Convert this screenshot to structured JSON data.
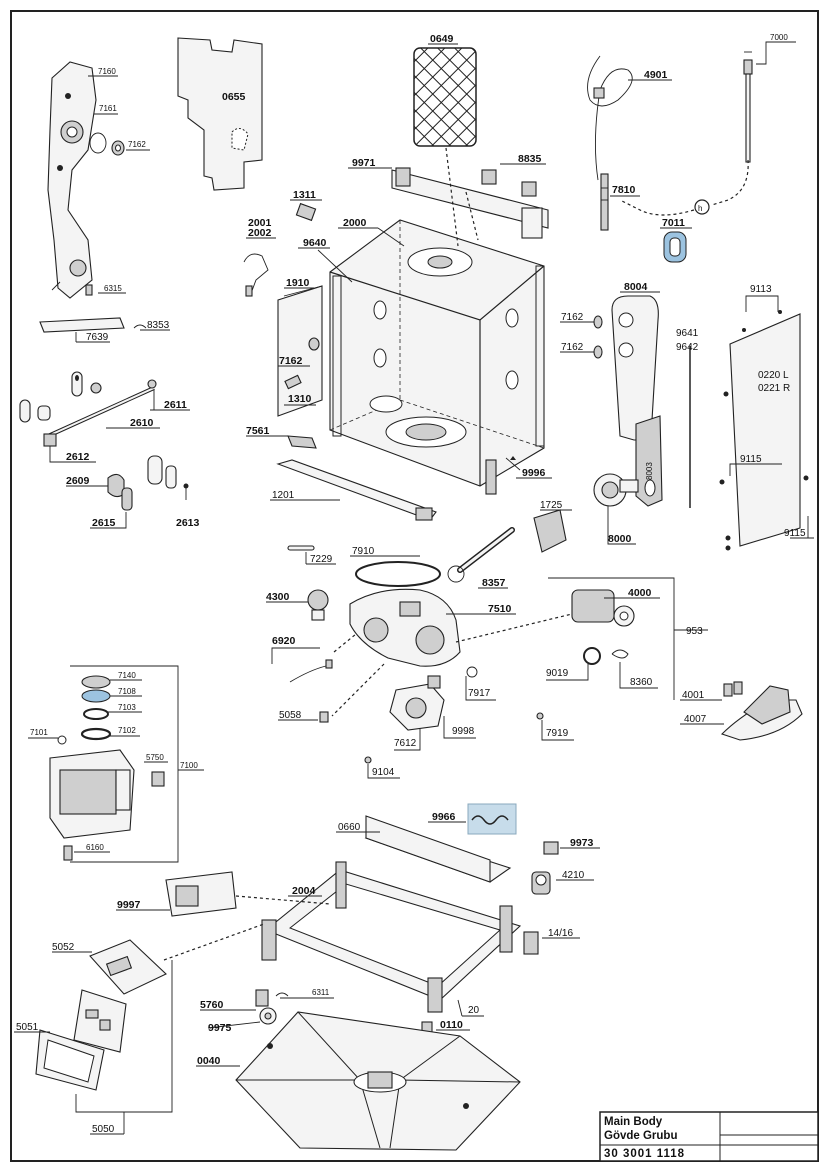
{
  "title_block": {
    "title_en": "Main Body",
    "title_tr": "Gövde Grubu",
    "doc_number": "30 3001 1118"
  },
  "labels": {
    "l0649": "0649",
    "l0655": "0655",
    "l4901": "4901",
    "l7000": "7000",
    "l7160": "7160",
    "l7161": "7161",
    "l7162a": "7162",
    "l6315": "6315",
    "l9971": "9971",
    "l8835": "8835",
    "l7810": "7810",
    "l1311": "1311",
    "l2001": "2001",
    "l2002": "2002",
    "l2000": "2000",
    "l9640": "9640",
    "l7011": "7011",
    "l1910": "1910",
    "l8004": "8004",
    "l9113": "9113",
    "l7639": "7639",
    "l8353": "8353",
    "l7162b": "7162",
    "l7162c": "7162",
    "l7162d": "7162",
    "l9641": "9641",
    "l9642": "9642",
    "l0220": "0220 L",
    "l0221": "0221 R",
    "l2611": "2611",
    "l1310": "1310",
    "l2610": "2610",
    "l7561": "7561",
    "l2612": "2612",
    "l9996": "9996",
    "l8003": "8003",
    "l9115a": "9115",
    "l2609": "2609",
    "l2613": "2613",
    "l2615": "2615",
    "l1201": "1201",
    "l1725": "1725",
    "l8000": "8000",
    "l9115b": "9115",
    "l7229": "7229",
    "l7910": "7910",
    "l8357": "8357",
    "l4300": "4300",
    "l7510": "7510",
    "l4000": "4000",
    "l953": "953",
    "l6920": "6920",
    "l9019": "9019",
    "l8360": "8360",
    "l7140": "7140",
    "l7108": "7108",
    "l7103": "7103",
    "l7917": "7917",
    "l4001": "4001",
    "l7101": "7101",
    "l7102": "7102",
    "l5058": "5058",
    "l9998": "9998",
    "l7919": "7919",
    "l4007": "4007",
    "l7612": "7612",
    "l5750": "5750",
    "l7100": "7100",
    "l9104": "9104",
    "l6160": "6160",
    "l9966": "9966",
    "l0660": "0660",
    "l9973": "9973",
    "l4210": "4210",
    "l9997": "9997",
    "l2004": "2004",
    "l1416": "14/16",
    "l5052": "5052",
    "l6311": "6311",
    "l5760": "5760",
    "l20": "20",
    "l0110": "0110",
    "l9975": "9975",
    "l5051": "5051",
    "l0040": "0040",
    "l5050": "5050"
  },
  "colors": {
    "line": "#222222",
    "part_fill": "#f4f4f4",
    "shade": "#cfcfcf",
    "accent_blue": "#9cc3e0"
  }
}
